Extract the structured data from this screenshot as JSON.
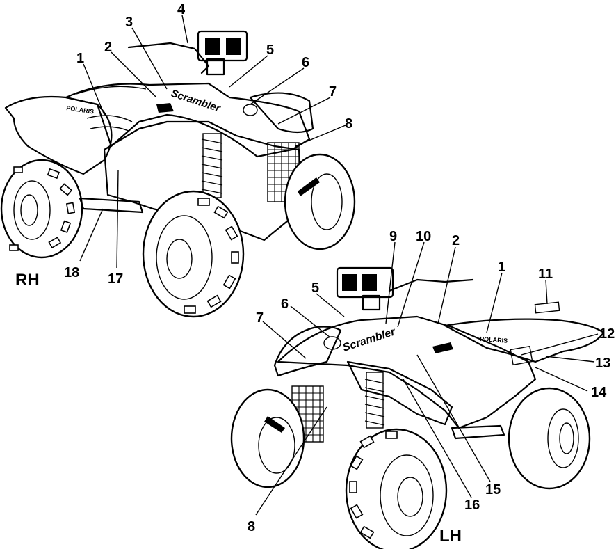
{
  "diagram": {
    "views": [
      {
        "id": "rh",
        "label": "RH"
      },
      {
        "id": "lh",
        "label": "LH"
      }
    ],
    "callouts_rh": [
      "1",
      "2",
      "3",
      "4",
      "5",
      "6",
      "7",
      "8",
      "18",
      "17"
    ],
    "callouts_lh": [
      "9",
      "10",
      "2",
      "1",
      "11",
      "5",
      "6",
      "7",
      "12",
      "13",
      "14",
      "15",
      "16",
      "8"
    ],
    "decals": {
      "brand_text": "POLARIS",
      "model_text": "Scrambler"
    }
  }
}
